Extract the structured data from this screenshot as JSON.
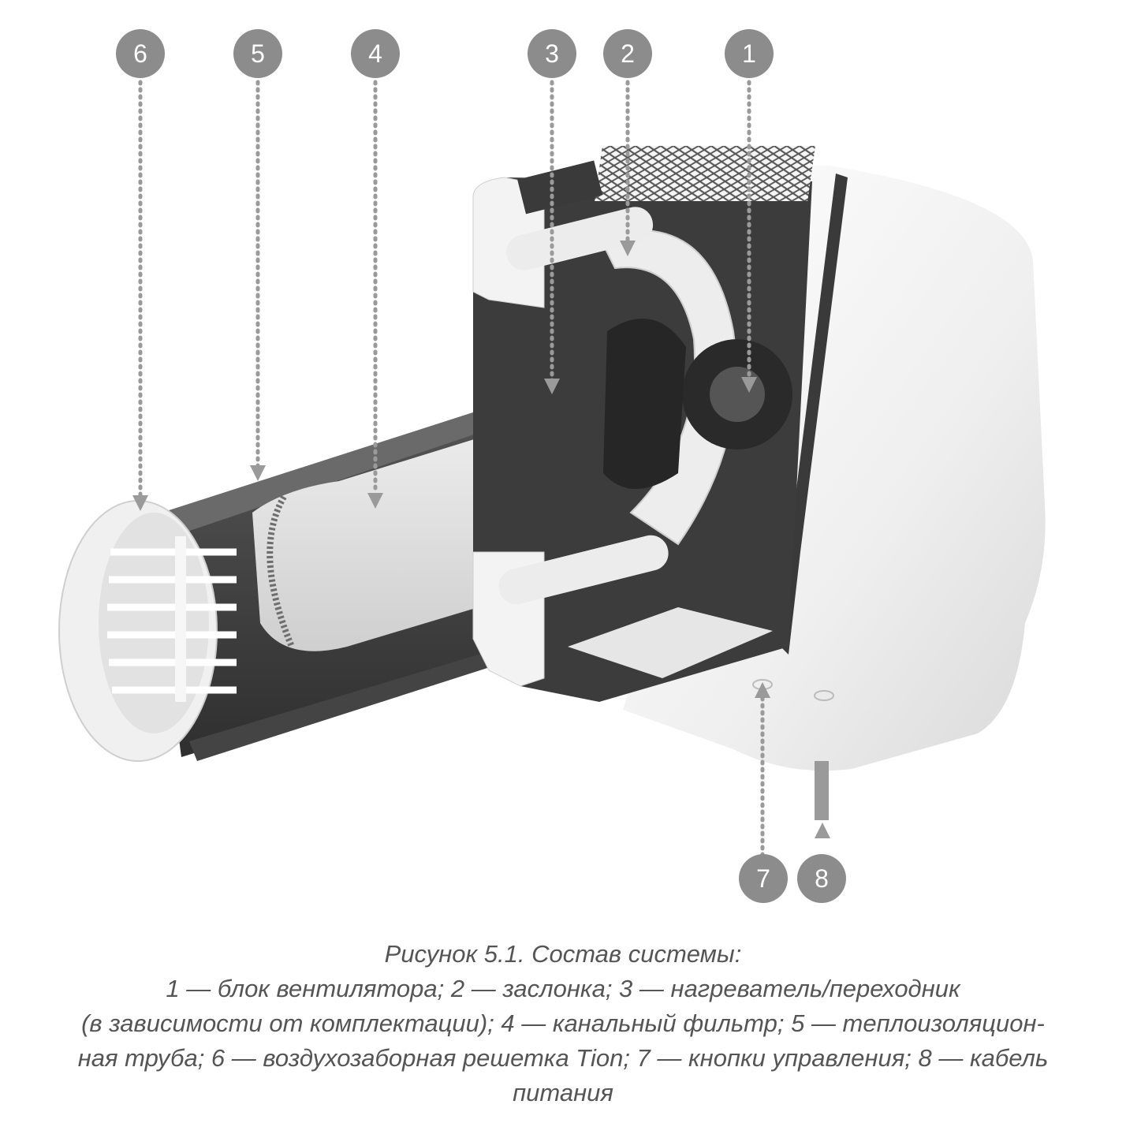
{
  "callouts": {
    "c1": "1",
    "c2": "2",
    "c3": "3",
    "c4": "4",
    "c5": "5",
    "c6": "6",
    "c7": "7",
    "c8": "8"
  },
  "caption": {
    "line1": "Рисунок 5.1. Состав системы:",
    "line2": "1 — блок вентилятора; 2 — заслонка; 3 — нагреватель/переходник",
    "line3": "(в зависимости от комплектации); 4 — канальный фильтр; 5 — теплоизоляцион-",
    "line4": "ная труба; 6 — воздухозаборная решетка Tion; 7 — кнопки управления; 8 — кабель",
    "line5": "питания"
  },
  "colors": {
    "badge": "#8c8c8c",
    "caption_text": "#555555",
    "leader_line": "#9a9a9a",
    "housing": "#f2f2f2",
    "dark_interior": "#3c3c3c"
  }
}
